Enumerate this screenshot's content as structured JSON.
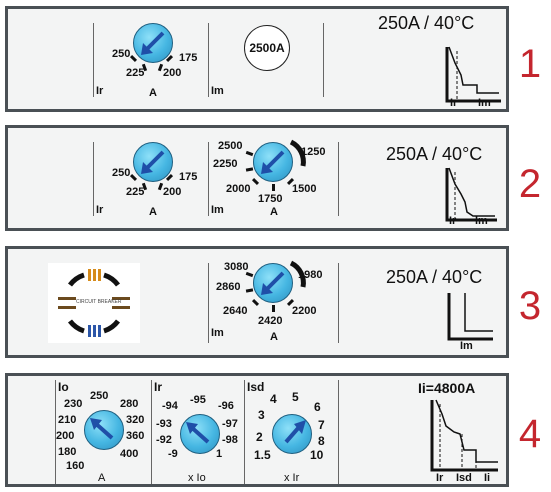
{
  "panels": [
    {
      "number": "1",
      "rating": "250A / 40°C",
      "ir_dial": {
        "label": "Ir",
        "unit": "A",
        "values": [
          "250",
          "175",
          "225",
          "200"
        ]
      },
      "im_label": "Im",
      "im_badge": "2500A",
      "curve_labels": [
        "Ir",
        "Im"
      ]
    },
    {
      "number": "2",
      "rating": "250A / 40°C",
      "ir_dial": {
        "label": "Ir",
        "unit": "A",
        "values": [
          "250",
          "175",
          "225",
          "200"
        ]
      },
      "im_dial": {
        "label": "Im",
        "unit": "A",
        "values": [
          "2500",
          "1250",
          "2250",
          "2000",
          "1500",
          "1750"
        ]
      },
      "curve_labels": [
        "Ir",
        "Im"
      ]
    },
    {
      "number": "3",
      "rating": "250A / 40°C",
      "logo_text": "CIRCUIT BREAKER",
      "im_dial": {
        "label": "Im",
        "unit": "A",
        "values": [
          "3080",
          "1980",
          "2860",
          "2640",
          "2200",
          "2420"
        ]
      },
      "curve_labels": [
        "Im"
      ]
    },
    {
      "number": "4",
      "io_dial": {
        "label": "Io",
        "unit": "A",
        "values": [
          "250",
          "230",
          "280",
          "210",
          "320",
          "200",
          "360",
          "180",
          "400",
          "160"
        ]
      },
      "ir_dial": {
        "label": "Ir",
        "unit": "x Io",
        "values": [
          "-95",
          "-94",
          "-96",
          "-93",
          "-97",
          "-92",
          "-98",
          "-9",
          "1"
        ]
      },
      "isd_dial": {
        "label": "Isd",
        "unit": "x Ir",
        "values": [
          "4",
          "5",
          "3",
          "6",
          "2",
          "7",
          "1.5",
          "8",
          "10"
        ]
      },
      "ii_rating": "Ii=4800A",
      "curve_labels": [
        "Ir",
        "Isd",
        "Ii"
      ]
    }
  ]
}
